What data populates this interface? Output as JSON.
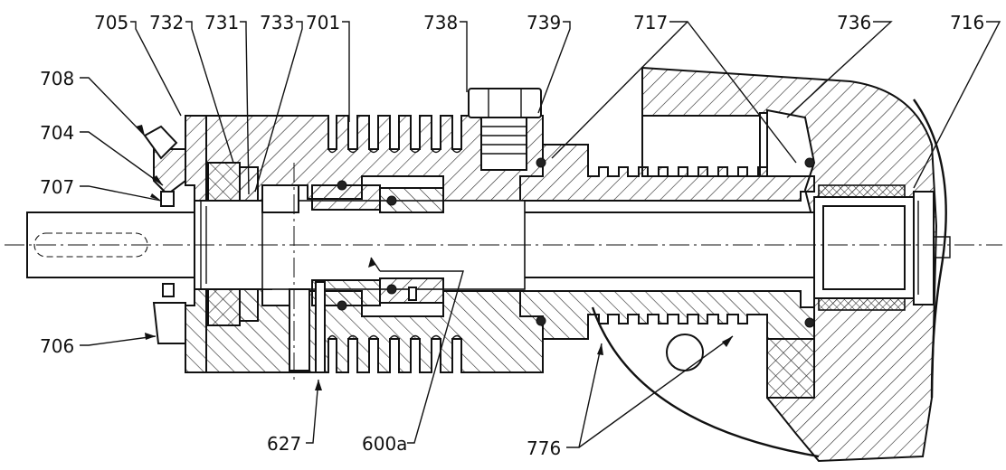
{
  "labels": {
    "l705": "705",
    "l732": "732",
    "l731": "731",
    "l733": "733",
    "l701": "701",
    "l738": "738",
    "l739": "739",
    "l717": "717",
    "l736": "736",
    "l716": "716",
    "l708": "708",
    "l704": "704",
    "l707": "707",
    "l706": "706",
    "l627": "627",
    "l600a": "600a",
    "l776": "776"
  }
}
